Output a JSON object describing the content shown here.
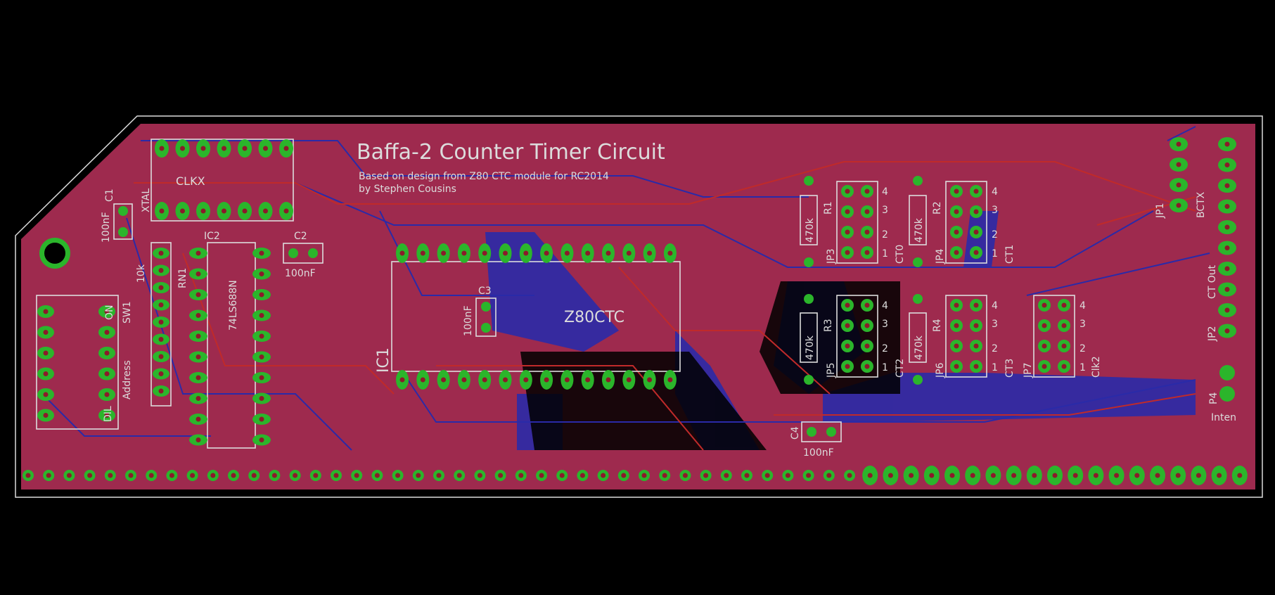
{
  "board": {
    "title": "Baffa-2 Counter Timer Circuit",
    "subtitle_1": "Based on design from Z80 CTC module for RC2014",
    "subtitle_2": "by Stephen Cousins"
  },
  "components": {
    "clkx": "CLKX",
    "xtal": "XTAL",
    "c1": "C1",
    "c1_value": "100nF",
    "c2": "C2",
    "c2_value": "100nF",
    "c3": "C3",
    "c3_value": "100nF",
    "c4": "C4",
    "c4_value": "100nF",
    "ic1": "IC1",
    "ic1_part": "Z80CTC",
    "ic2": "IC2",
    "ic2_part": "74LS688N",
    "rn1": "RN1",
    "rn1_value": "10k",
    "sw1": "SW1",
    "sw1_on": "ON",
    "sw1_address": "Address",
    "sw1_dil": "DIL",
    "r1": "R1",
    "r2": "R2",
    "r3": "R3",
    "r4": "R4",
    "r_value": "470k",
    "jp1": "JP1",
    "jp1_label": "BCTX",
    "jp2": "JP2",
    "jp2_label": "CT Out",
    "jp3": "JP3",
    "jp3_label": "CT0",
    "jp4": "JP4",
    "jp4_label": "CT1",
    "jp5": "JP5",
    "jp5_label": "CT2",
    "jp6": "JP6",
    "jp6_label": "CT3",
    "jp7": "JP7",
    "jp7_label": "Clk2",
    "p4": "P4",
    "p4_label": "Inten",
    "pin1": "1",
    "pin2": "2",
    "pin3": "3",
    "pin4": "4"
  },
  "colors": {
    "background": "#000000",
    "board_fill": "#9e2a4e",
    "pad": "#2bb52b",
    "trace_top": "#c02a2a",
    "trace_bottom": "#2a2aa8",
    "silkscreen": "#dcdcdc"
  }
}
